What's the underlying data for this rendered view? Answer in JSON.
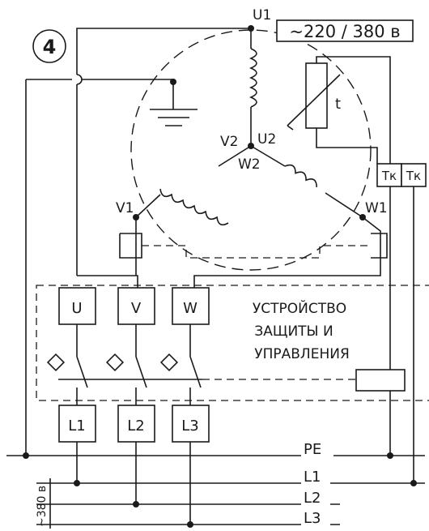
{
  "diagram_number": "4",
  "supply_label": "~220 / 380 в",
  "terminals": {
    "u1": "U1",
    "u2": "U2",
    "v1": "V1",
    "v2": "V2",
    "w1": "W1",
    "w2": "W2"
  },
  "thermistor_label": "t",
  "tk_labels": [
    "Тк",
    "Тк"
  ],
  "control_device": {
    "title_lines": [
      "УСТРОЙСТВО",
      "ЗАЩИТЫ И",
      "УПРАВЛЕНИЯ"
    ],
    "outputs": [
      "U",
      "V",
      "W"
    ],
    "inputs": [
      "L1",
      "L2",
      "L3"
    ]
  },
  "bus": {
    "lines": [
      "PE",
      "L1",
      "L2",
      "L3"
    ],
    "voltage_label": "~380 в"
  }
}
